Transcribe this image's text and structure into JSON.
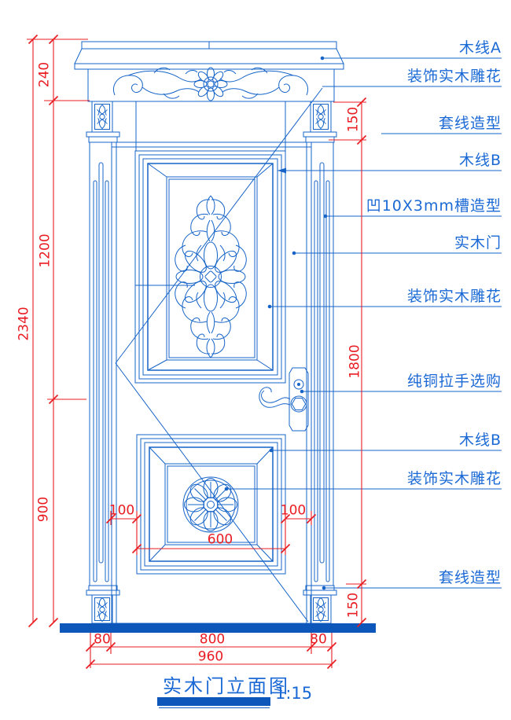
{
  "colors": {
    "line_blue": "#1664C8",
    "text_blue": "#1A69D5",
    "dim_red": "#E91C22",
    "solid_bar_blue": "#0D57BA"
  },
  "callouts": [
    {
      "label": "木线A"
    },
    {
      "label": "装饰实木雕花"
    },
    {
      "label": "套线造型"
    },
    {
      "label": "木线B"
    },
    {
      "label": "凹10X3mm槽造型"
    },
    {
      "label": "实木门"
    },
    {
      "label": "装饰实木雕花"
    },
    {
      "label": "纯铜拉手选购"
    },
    {
      "label": "木线B"
    },
    {
      "label": "装饰实木雕花"
    },
    {
      "label": "套线造型"
    }
  ],
  "dimensions": {
    "total_height": "2340",
    "crown_height": "240",
    "upper_section": "1200",
    "lower_section": "900",
    "casing_top": "150",
    "leaf_height": "1800",
    "casing_bottom": "150",
    "jamb_left": "80",
    "leaf_width": "800",
    "jamb_right": "80",
    "overall_width": "960",
    "panel_inset_left": "100",
    "panel_width": "600",
    "panel_inset_right": "100"
  },
  "title": {
    "text": "实木门立面图",
    "scale": "1:15"
  }
}
